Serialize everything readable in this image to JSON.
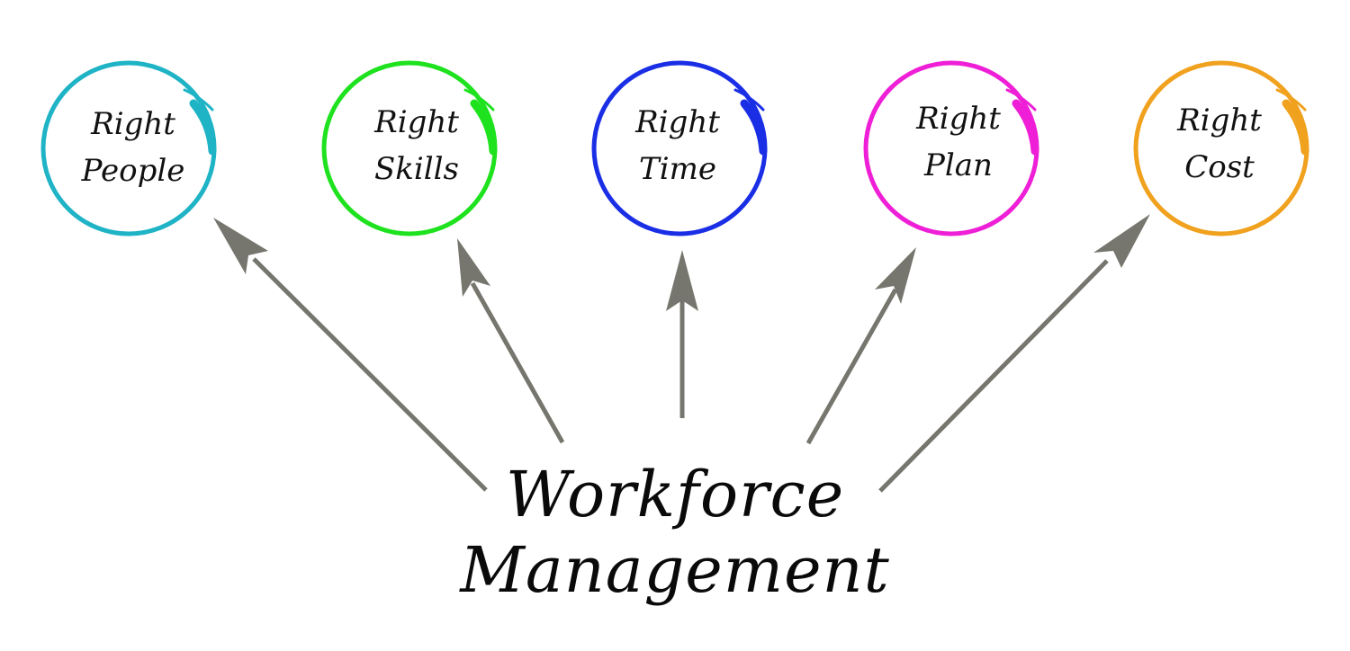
{
  "diagram": {
    "center": {
      "line1": "Workforce",
      "line2": "Management"
    },
    "arrow_color": "#76766e",
    "nodes": [
      {
        "id": "people",
        "line1": "Right",
        "line2": "People",
        "color": "#1fb3c6"
      },
      {
        "id": "skills",
        "line1": "Right",
        "line2": "Skills",
        "color": "#1fe21f"
      },
      {
        "id": "time",
        "line1": "Right",
        "line2": "Time",
        "color": "#1a2ee6"
      },
      {
        "id": "plan",
        "line1": "Right",
        "line2": "Plan",
        "color": "#ee1fd6"
      },
      {
        "id": "cost",
        "line1": "Right",
        "line2": "Cost",
        "color": "#f0a11e"
      }
    ]
  }
}
